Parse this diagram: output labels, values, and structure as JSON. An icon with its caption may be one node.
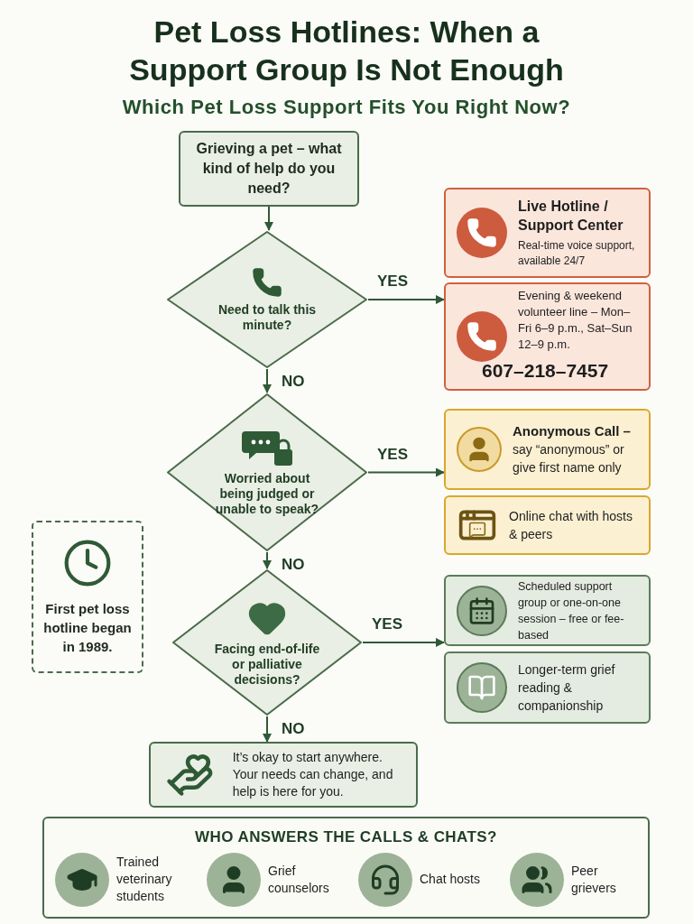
{
  "diagram": {
    "title": "Pet Loss Hotlines: When a Support Group Is Not Enough",
    "nodes": [
      {
        "text": [
          "Grieving a pet – what kind of help do you need?"
        ]
      },
      {
        "text": [
          "Need to talk this minute?"
        ]
      },
      {
        "text": [
          "Live Hotline / Support Center",
          "Real-time voice support, available 24/7"
        ]
      },
      {
        "text": [
          "Evening & weekend volunteer line – Mon–Fri 6–9 p.m., Sat–Sun 12–9 p.m.",
          "607–218–7457"
        ]
      },
      {
        "text": [
          "Worried about being judged or unable to speak?"
        ]
      },
      {
        "text": [
          "Anonymous Call –",
          "say “anonymous” or give first name only"
        ]
      },
      {
        "text": [
          "Online chat with hosts & peers"
        ]
      },
      {
        "text": [
          "First pet loss hotline began in 1989."
        ]
      },
      {
        "text": [
          "Facing end-of-life or palliative decisions?"
        ]
      },
      {
        "text": [
          "Scheduled support group or one-on-one session – free or fee-based"
        ]
      },
      {
        "text": [
          "Longer-term grief reading & companionship"
        ]
      },
      {
        "text": [
          "It’s okay to start anywhere. Your needs can change, and help is here for you."
        ]
      },
      {
        "text": [
          "WHO ANSWERS THE CALLS & CHATS?"
        ]
      }
    ],
    "edges": [
      {
        "from": 0,
        "to": 1,
        "arrow": "to"
      },
      {
        "from": 1,
        "to": 3,
        "arrow": "to",
        "label": "YES"
      },
      {
        "from": 1,
        "to": 4,
        "arrow": "to",
        "label": "NO"
      },
      {
        "from": 4,
        "to": 5,
        "arrow": "to",
        "label": "YES"
      },
      {
        "from": 4,
        "to": 8,
        "arrow": "to",
        "label": "NO"
      },
      {
        "from": 8,
        "to": 9,
        "arrow": "to",
        "label": "YES"
      },
      {
        "from": 8,
        "to": 11,
        "arrow": "to",
        "label": "NO"
      }
    ],
    "labels": [
      "Which Pet Loss Support Fits You Right Now?",
      "Trained veterinary students",
      "Grief counselors",
      "Chat hosts",
      "Peer grievers"
    ]
  }
}
